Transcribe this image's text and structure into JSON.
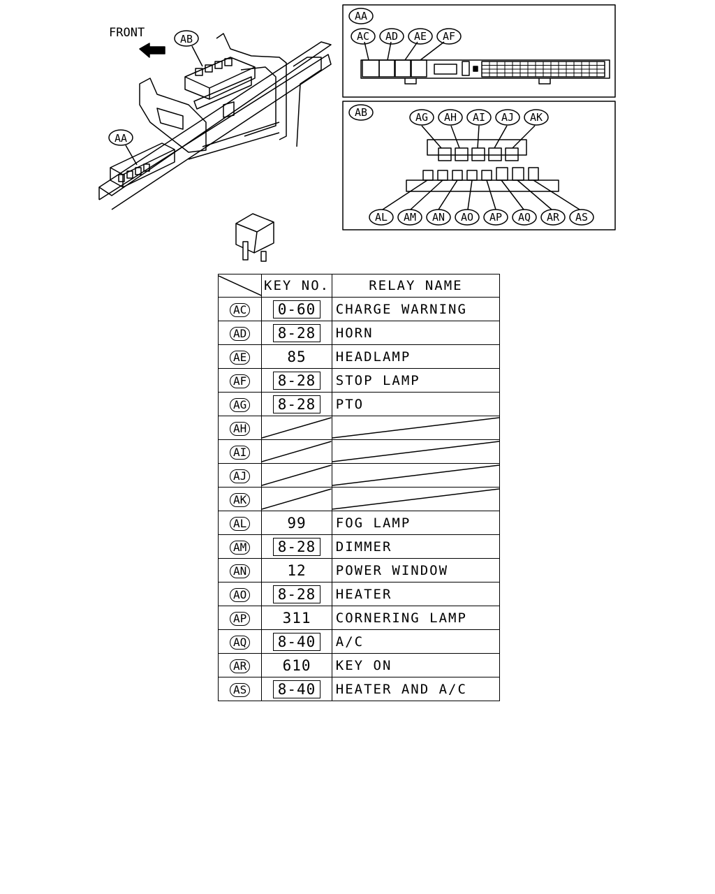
{
  "diagram": {
    "front_label": "FRONT",
    "callout_ab": "AB",
    "callout_aa": "AA",
    "panel_aa": {
      "label": "AA",
      "relays": [
        "AC",
        "AD",
        "AE",
        "AF"
      ]
    },
    "panel_ab": {
      "label": "AB",
      "top_relays": [
        "AG",
        "AH",
        "AI",
        "AJ",
        "AK"
      ],
      "bottom_relays": [
        "AL",
        "AM",
        "AN",
        "AO",
        "AP",
        "AQ",
        "AR",
        "AS"
      ]
    }
  },
  "table": {
    "header": {
      "key": "KEY NO.",
      "name": "RELAY NAME"
    },
    "rows": [
      {
        "tag": "AC",
        "key": "0-60",
        "boxed": true,
        "name": "CHARGE WARNING"
      },
      {
        "tag": "AD",
        "key": "8-28",
        "boxed": true,
        "name": "HORN"
      },
      {
        "tag": "AE",
        "key": "85",
        "boxed": false,
        "name": "HEADLAMP"
      },
      {
        "tag": "AF",
        "key": "8-28",
        "boxed": true,
        "name": "STOP LAMP"
      },
      {
        "tag": "AG",
        "key": "8-28",
        "boxed": true,
        "name": "PTO"
      },
      {
        "tag": "AH",
        "key": "",
        "boxed": false,
        "name": "",
        "empty": true
      },
      {
        "tag": "AI",
        "key": "",
        "boxed": false,
        "name": "",
        "empty": true
      },
      {
        "tag": "AJ",
        "key": "",
        "boxed": false,
        "name": "",
        "empty": true
      },
      {
        "tag": "AK",
        "key": "",
        "boxed": false,
        "name": "",
        "empty": true
      },
      {
        "tag": "AL",
        "key": "99",
        "boxed": false,
        "name": "FOG LAMP"
      },
      {
        "tag": "AM",
        "key": "8-28",
        "boxed": true,
        "name": "DIMMER"
      },
      {
        "tag": "AN",
        "key": "12",
        "boxed": false,
        "name": "POWER WINDOW"
      },
      {
        "tag": "AO",
        "key": "8-28",
        "boxed": true,
        "name": "HEATER"
      },
      {
        "tag": "AP",
        "key": "311",
        "boxed": false,
        "name": "CORNERING LAMP"
      },
      {
        "tag": "AQ",
        "key": "8-40",
        "boxed": true,
        "name": "A/C"
      },
      {
        "tag": "AR",
        "key": "610",
        "boxed": false,
        "name": "KEY ON"
      },
      {
        "tag": "AS",
        "key": "8-40",
        "boxed": true,
        "name": "HEATER AND A/C"
      }
    ]
  }
}
